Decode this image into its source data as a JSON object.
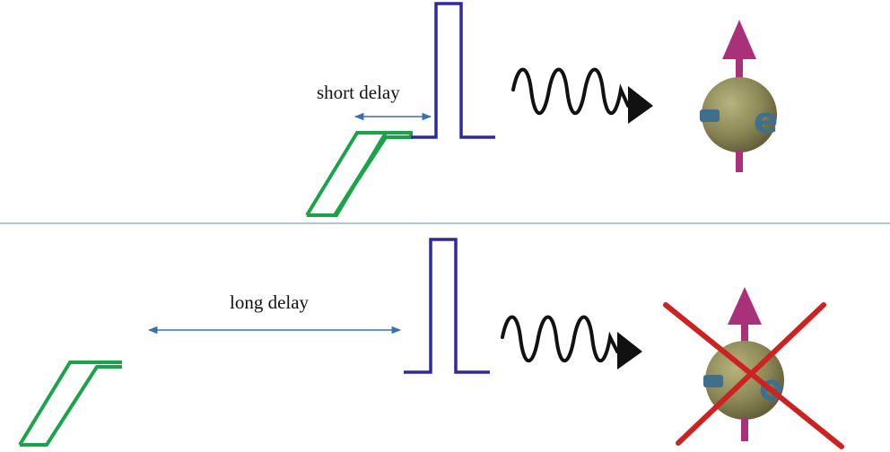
{
  "labels": {
    "top_delay": "short delay",
    "bottom_delay": "long delay"
  },
  "colors": {
    "ramp": "#1aa34a",
    "pulse": "#2e2a9c",
    "wave": "#111111",
    "divider": "#8aa3bd",
    "arrow_line": "#3a6fb0",
    "sphere": "#8a8656",
    "spin_arrow": "#a8317a",
    "electron_band": "#3f6f8c",
    "cross": "#cc2222"
  },
  "icons": {
    "spin": "electron-spin-sphere-icon",
    "photon": "photon-wave-arrow-icon",
    "cross": "red-x-cross-icon"
  },
  "scenes": [
    {
      "id": "top",
      "delay": "short",
      "outcome": "spin-flipped"
    },
    {
      "id": "bottom",
      "delay": "long",
      "outcome": "no-flip"
    }
  ]
}
